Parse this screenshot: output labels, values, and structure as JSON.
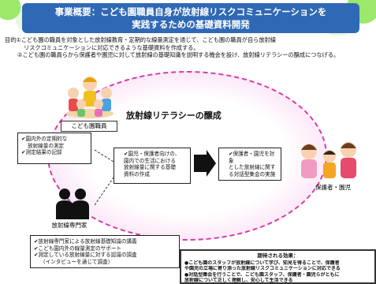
{
  "title": {
    "line1": "事業概要：こども園職員自身が放射線リスクコミュニケーションを",
    "line2": "実践するための基礎資料開発"
  },
  "purpose": {
    "line1": "目的①こども園の職員を対象とした放射線教育・定期的な線量測定を通じて、こども園の職員が自ら放射線",
    "line2": "リスクコミュニケーションに対応できるような基礎資料を作成する。",
    "line3": "②こども園の職員らから保護者や園児に対して放射線の基礎知識を説明する機会を設け、放射線リテラシーの醸成につなげる。"
  },
  "center_title": "放射線リテラシーの醸成",
  "labels": {
    "staff": "こども園職員",
    "expert": "放射線専門家",
    "family": "保護者・園児"
  },
  "box_left": [
    "✔園内外の定期的な",
    "放射線量の測定",
    "✔測定結果の記録"
  ],
  "box_mid": [
    "✔園児・保護者向けの、",
    "園内での生活における",
    "放射線量に関する基礎",
    "資料の作成"
  ],
  "box_right": [
    "✔保護者・園児を対象",
    "とした放射線に関す",
    "る対話型集会の実施"
  ],
  "box_bottom": [
    "✔放射線専門家による放射線基礎知識の講義",
    "✔こども園内外の線量測定のサポート",
    "✔測定している放射線量に対する認識の調査",
    "（インタビューを通じて調査）"
  ],
  "expect": {
    "heading": "期待される効果：",
    "line1": "●こども園のスタッフが放射線について学び、知見を得ることで、保護者",
    "line2": "や園児の立場に寄り添った放射線リスクコミュニケーションに対応できる",
    "line3": "●対話型集会を行うことで、こども園スタッフ、保護者・園児らがともに",
    "line4": "放射線について正しく理解し、安心して生活できる"
  },
  "colors": {
    "title_bg": "#2f69b5",
    "ellipse_border": "#d63aa6",
    "ellipse_fill": "#f3bde9"
  }
}
